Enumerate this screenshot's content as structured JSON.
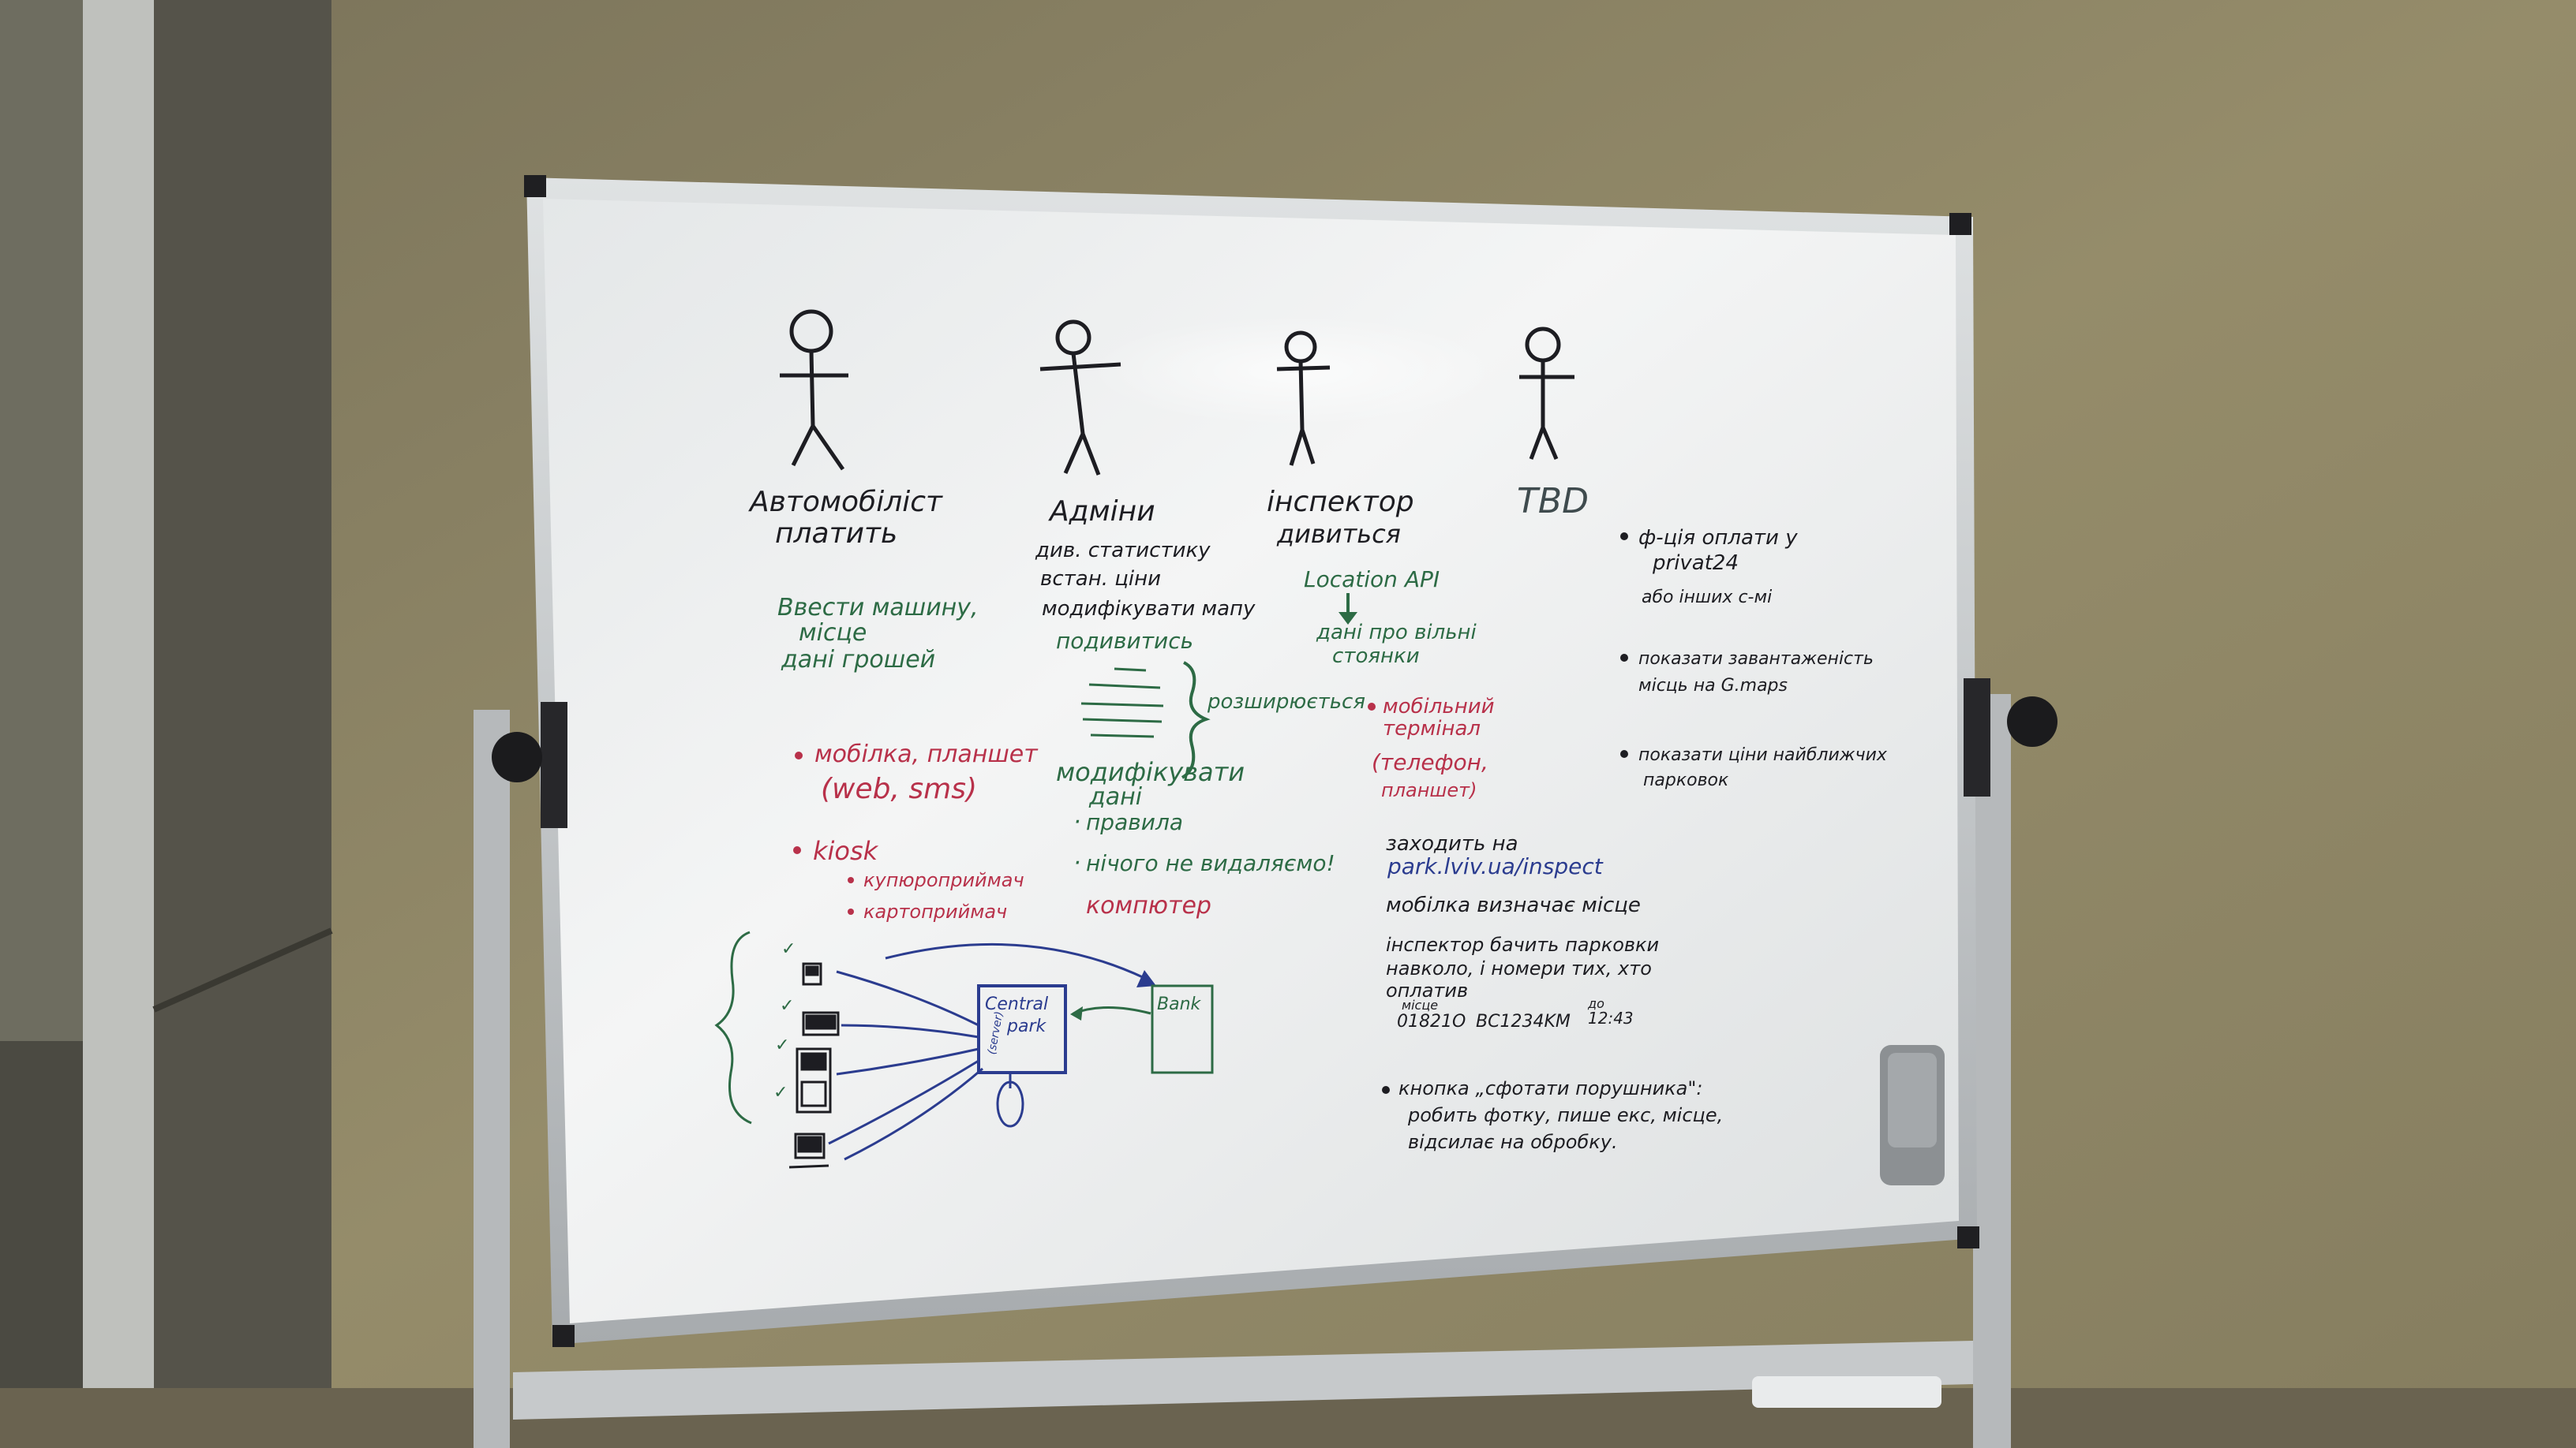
{
  "actors": [
    {
      "id": "driver",
      "label_lines": [
        "Автомобіліст",
        "платить"
      ]
    },
    {
      "id": "admin",
      "label_lines": [
        "Адміни"
      ]
    },
    {
      "id": "inspector",
      "label_lines": [
        "інспектор",
        "дивиться"
      ]
    },
    {
      "id": "tbd",
      "label_lines": [
        "TBD"
      ]
    }
  ],
  "driver_column": {
    "green_lines": [
      "Ввести машину,",
      "місце",
      "дані грошей"
    ],
    "bullet_mobile": [
      "мобілка, планшет",
      "(web, sms)"
    ],
    "bullet_kiosk": "kiosk",
    "kiosk_sub": [
      "купюроприймач",
      "картоприймач"
    ]
  },
  "admin_column": {
    "lines": [
      "див. статистику",
      "встан. ціни",
      "модифікувати мапу"
    ],
    "green_line": "подивитись",
    "brace_label": "розширюється",
    "modify_title": [
      "модифікувати",
      "дані"
    ],
    "modify_items": [
      "правила",
      "нічого не видаляємо!"
    ],
    "computer": "компютер"
  },
  "inspector_column": {
    "location_api": "Location API",
    "parking_info": [
      "дані про вільні",
      "стоянки"
    ],
    "terminal": [
      "мобільний",
      "термінал"
    ],
    "terminal_paren": [
      "(телефон,",
      "планшет)"
    ],
    "goes_to": "заходить на",
    "url": "park.lviv.ua/inspect",
    "mobile_detects": "мобілка визначає місце",
    "sees_lines": [
      "інспектор бачить парковки",
      "навколо, і номери тих, хто",
      "оплатив"
    ],
    "table_small_labels": [
      "місце",
      "до"
    ],
    "table_values": [
      "01821O",
      "BC1234KM",
      "12:43"
    ],
    "button_lines": [
      "кнопка „сфотати порушника\":",
      "робить фотку, пише екс, місце,",
      "відсилає на обробку."
    ]
  },
  "tbd_column": {
    "bullets": [
      [
        "ф-ція оплати у",
        "privat24"
      ],
      [
        "показати завантаженість",
        "місць на G.maps"
      ],
      [
        "показати ціни найближчих",
        "парковок"
      ]
    ],
    "or_other": "або інших с-мі"
  },
  "diagram": {
    "central": [
      "Central",
      "park"
    ],
    "central_side": "(server)",
    "bank": "Bank",
    "checkmarks": [
      "✓",
      "✓",
      "✓",
      "✓"
    ]
  },
  "colors": {
    "wall": "#8f8664",
    "board": "#eef0f0",
    "frame": "#c9ccce",
    "marker_black": "#1d1d22",
    "marker_green": "#2d6b45",
    "marker_red": "#b8314a",
    "marker_blue": "#2b3c8f"
  }
}
